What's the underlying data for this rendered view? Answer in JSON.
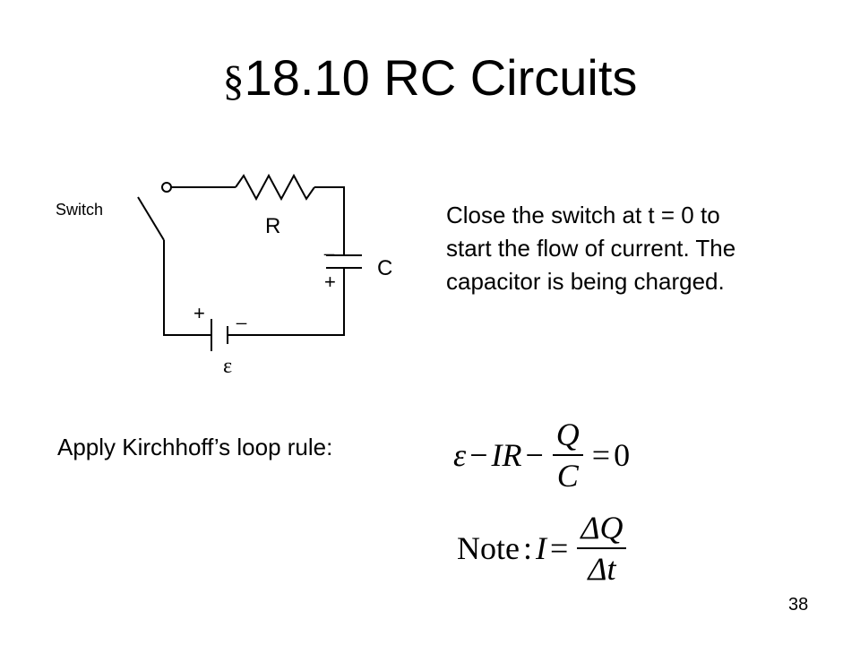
{
  "slide": {
    "title_symbol": "§",
    "title_text": "18.10 RC Circuits",
    "page_number": "38"
  },
  "circuit": {
    "switch_label": "Switch",
    "resistor_label": "R",
    "capacitor_label": "C",
    "capacitor_minus": "_",
    "capacitor_plus": "+",
    "battery_plus": "+",
    "battery_minus": "_",
    "emf_symbol": "ε"
  },
  "description": {
    "lines": [
      "Close the switch at t = 0 to",
      "start the flow of current.  The",
      "capacitor is being charged."
    ]
  },
  "kirchhoff": {
    "label": "Apply Kirchhoff’s loop rule:"
  },
  "equation1": {
    "emf": "ε",
    "minus1": "−",
    "ir": "IR",
    "minus2": "−",
    "num": "Q",
    "den": "C",
    "equals": "=",
    "rhs": "0"
  },
  "equation2": {
    "note": "Note",
    "colon": ":",
    "lhs": "I",
    "equals": "=",
    "num": "ΔQ",
    "den": "Δt"
  }
}
